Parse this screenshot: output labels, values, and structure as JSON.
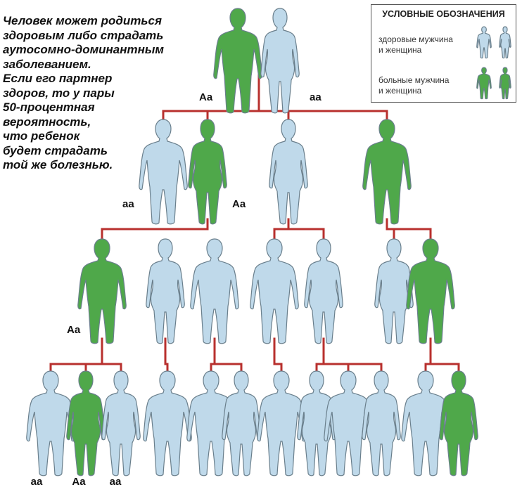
{
  "intro": {
    "lines": [
      "Человек может родиться",
      "здоровым либо страдать",
      "аутосомно-доминантным",
      "заболеванием.",
      "Если его партнер",
      "здоров, то у пары",
      "50-процентная",
      "вероятность,",
      "что ребенок",
      "будет страдать",
      "той же болезнью."
    ]
  },
  "legend": {
    "title": "УСЛОВНЫЕ ОБОЗНАЧЕНИЯ",
    "healthy": {
      "line1": "здоровые мужчина",
      "line2": "и женщина"
    },
    "affected": {
      "line1": "больные мужчина",
      "line2": "и женщина"
    }
  },
  "colors": {
    "healthy": "#bfd9ea",
    "affected": "#4fa84a",
    "line": "#b8302e",
    "outline": "#6a7f8c"
  },
  "people": [
    {
      "sex": "male",
      "status": "affected",
      "genotype": "Aa"
    },
    {
      "sex": "female",
      "status": "healthy",
      "genotype": "aa"
    },
    {
      "sex": "male",
      "status": "healthy",
      "genotype": "aa"
    },
    {
      "sex": "female",
      "status": "affected",
      "genotype": "Aa"
    },
    {
      "sex": "female",
      "status": "healthy",
      "genotype": ""
    },
    {
      "sex": "male",
      "status": "affected",
      "genotype": ""
    },
    {
      "sex": "male",
      "status": "affected",
      "genotype": "Aa"
    },
    {
      "sex": "female",
      "status": "healthy",
      "genotype": ""
    },
    {
      "sex": "male",
      "status": "healthy",
      "genotype": ""
    },
    {
      "sex": "male",
      "status": "healthy",
      "genotype": ""
    },
    {
      "sex": "female",
      "status": "healthy",
      "genotype": ""
    },
    {
      "sex": "female",
      "status": "healthy",
      "genotype": ""
    },
    {
      "sex": "male",
      "status": "affected",
      "genotype": ""
    },
    {
      "sex": "male",
      "status": "healthy",
      "genotype": "aa"
    },
    {
      "sex": "female",
      "status": "affected",
      "genotype": "Aa"
    },
    {
      "sex": "female",
      "status": "healthy",
      "genotype": "aa"
    },
    {
      "sex": "male",
      "status": "healthy",
      "genotype": ""
    },
    {
      "sex": "male",
      "status": "healthy",
      "genotype": ""
    },
    {
      "sex": "female",
      "status": "healthy",
      "genotype": ""
    },
    {
      "sex": "male",
      "status": "healthy",
      "genotype": ""
    },
    {
      "sex": "female",
      "status": "healthy",
      "genotype": ""
    },
    {
      "sex": "male",
      "status": "healthy",
      "genotype": ""
    },
    {
      "sex": "female",
      "status": "healthy",
      "genotype": ""
    },
    {
      "sex": "male",
      "status": "healthy",
      "genotype": ""
    },
    {
      "sex": "female",
      "status": "affected",
      "genotype": ""
    }
  ],
  "relations": [
    {
      "parents": [
        0,
        1
      ],
      "children": [
        2,
        3,
        4,
        5
      ]
    },
    {
      "parents": [
        3
      ],
      "children": [
        6
      ]
    },
    {
      "parents": [
        4
      ],
      "children": [
        9,
        10
      ]
    },
    {
      "parents": [
        5
      ],
      "children": [
        11,
        12
      ]
    },
    {
      "parents": [
        6
      ],
      "children": [
        13,
        14,
        15
      ]
    },
    {
      "parents": [
        7
      ],
      "children": [
        16
      ]
    },
    {
      "parents": [
        8
      ],
      "children": [
        17,
        18
      ]
    },
    {
      "parents": [
        9
      ],
      "children": [
        19
      ]
    },
    {
      "parents": [
        10
      ],
      "children": [
        20,
        21,
        22
      ]
    },
    {
      "parents": [
        12
      ],
      "children": [
        23,
        24
      ]
    }
  ]
}
